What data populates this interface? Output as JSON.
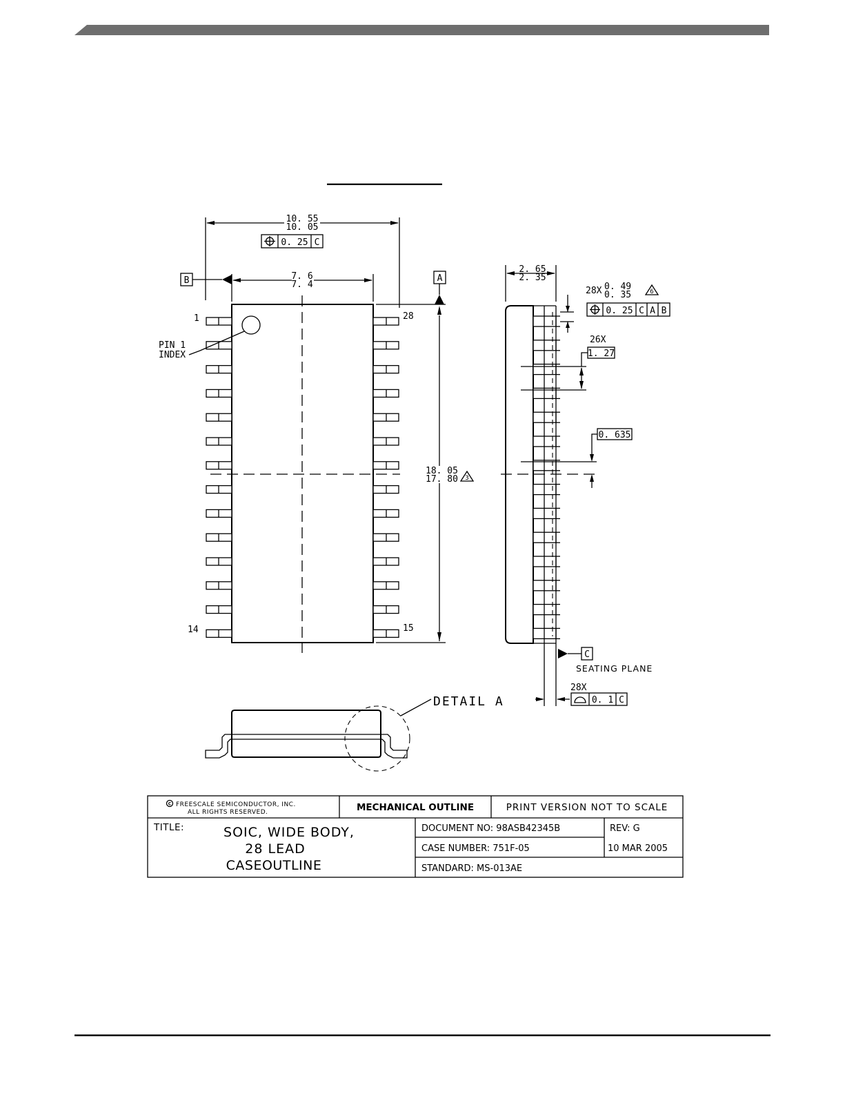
{
  "drawing": {
    "dims": {
      "overall_width_max": "10. 55",
      "overall_width_min": "10. 05",
      "overall_width_tol": "0. 25",
      "overall_width_ref": "C",
      "body_width_max": "7. 6",
      "body_width_min": "7. 4",
      "datum_b": "B",
      "datum_a": "A",
      "length_max": "18. 05",
      "length_min": "17. 80",
      "length_note": "3",
      "height_max": "2. 65",
      "height_min": "2. 35",
      "lead_count": "28X",
      "lead_width_max": "0. 49",
      "lead_width_min": "0. 35",
      "lead_note": "6",
      "lead_tol": "0. 25",
      "lead_ref_1": "C",
      "lead_ref_2": "A",
      "lead_ref_3": "B",
      "pitch_count": "26X",
      "pitch": "1. 27",
      "half_pitch": "0. 635",
      "datum_c": "C",
      "seating_plane": "SEATING PLANE",
      "flat_count": "28X",
      "flatness": "0. 1",
      "flat_ref": "C"
    },
    "labels": {
      "pin_1": "1",
      "pin_28": "28",
      "pin_14": "14",
      "pin_15": "15",
      "pin1_index_line1": "PIN 1",
      "pin1_index_line2": "INDEX",
      "detail_a": "DETAIL A"
    }
  },
  "title_block": {
    "copyright_line1": "FREESCALE SEMICONDUCTOR, INC.",
    "copyright_line2": "ALL RIGHTS RESERVED.",
    "outline_type": "MECHANICAL OUTLINE",
    "print_note": "PRINT VERSION NOT TO SCALE",
    "title_label": "TITLE:",
    "title_line1": "SOIC, WIDE BODY,",
    "title_line2": "28 LEAD",
    "title_line3": "CASEOUTLINE",
    "document_no": "DOCUMENT NO: 98ASB42345B",
    "rev": "REV: G",
    "case_number": "CASE NUMBER: 751F-05",
    "date": "10 MAR 2005",
    "standard": "STANDARD: MS-013AE"
  }
}
